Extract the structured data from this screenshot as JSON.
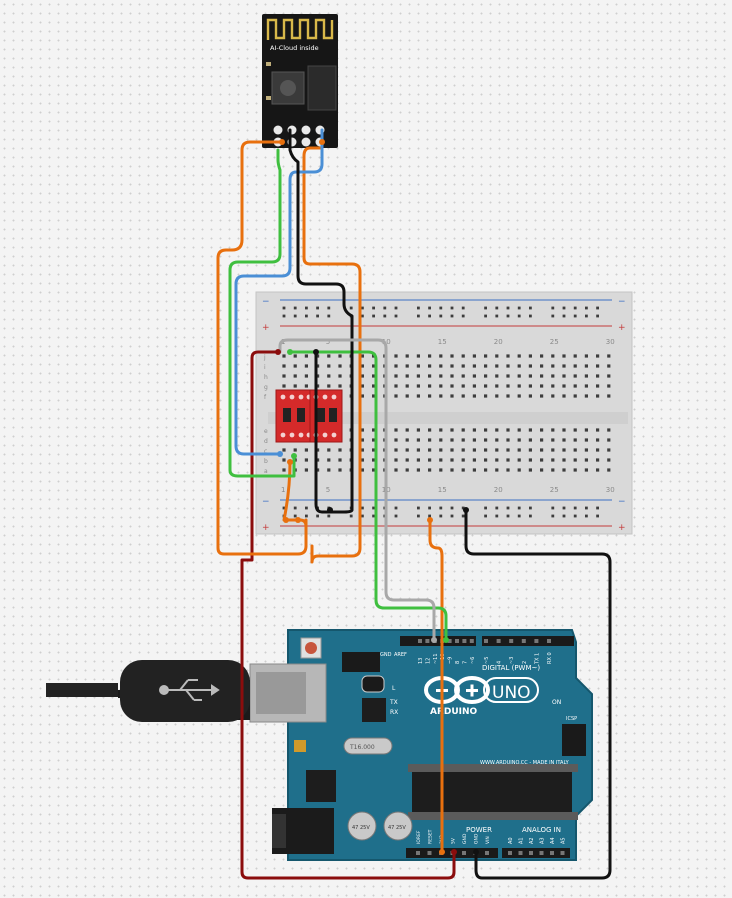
{
  "esp_module": {
    "antenna_label": "AI-Cloud inside"
  },
  "breadboard": {
    "column_numbers": [
      "1",
      "5",
      "10",
      "15",
      "20",
      "25",
      "30"
    ],
    "row_letters_top": [
      "j",
      "i",
      "h",
      "g",
      "f"
    ],
    "row_letters_bottom": [
      "e",
      "d",
      "c",
      "b",
      "a"
    ],
    "rail_minus": "−",
    "rail_plus": "+"
  },
  "arduino": {
    "brand": "ARDUINO",
    "model": "UNO",
    "digital_label": "DIGITAL (PWM~)",
    "analog_label": "ANALOG IN",
    "power_label": "POWER",
    "on_label": "ON",
    "tx_label": "TX",
    "rx_label": "RX",
    "l_label": "L",
    "icsp_label": "ICSP",
    "reset_label": "RESET",
    "aref_label": "AREF",
    "gnd_label": "GND",
    "website": "WWW.ARDUINO.CC - MADE IN ITALY",
    "crystal_label": "T16.000",
    "cap_label_1": "47 25V",
    "cap_label_2": "47 25V",
    "power_pins": [
      "IOREF",
      "RESET",
      "3V3",
      "5V",
      "GND",
      "GND",
      "VIN"
    ],
    "analog_pins": [
      "A0",
      "A1",
      "A2",
      "A3",
      "A4",
      "A5"
    ],
    "digital_pins": [
      "13",
      "12",
      "~11",
      "~10",
      "~9",
      "8",
      "7",
      "~6",
      "~5",
      "4",
      "~3",
      "2",
      "TX 1",
      "RX 0"
    ]
  },
  "colors": {
    "orange": "#e8700e",
    "blue": "#4a8fd6",
    "green": "#3fbf3f",
    "black": "#111111",
    "gray": "#a8a8a8",
    "darkred": "#8b0d0d",
    "board": "#1f6f8b",
    "module": "#161616",
    "converter": "#d42a2a"
  }
}
